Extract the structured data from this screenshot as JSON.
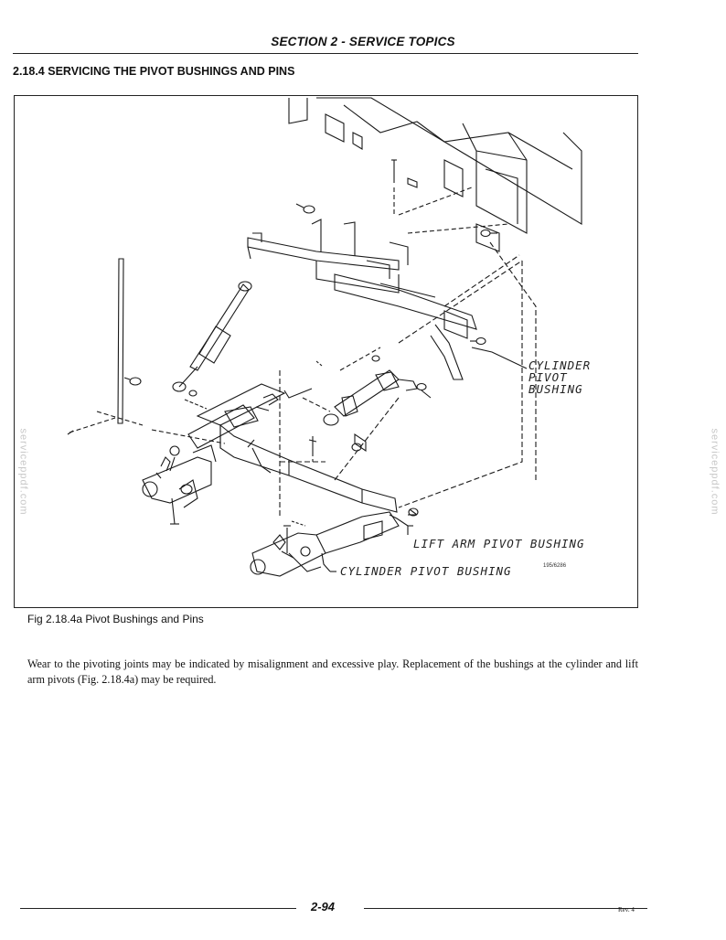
{
  "header": {
    "section_title": "SECTION 2 - SERVICE TOPICS"
  },
  "section": {
    "heading": "2.18.4  SERVICING THE PIVOT BUSHINGS AND PINS"
  },
  "figure": {
    "callouts": {
      "cylinder_pivot_upper_1": "CYLINDER",
      "cylinder_pivot_upper_2": "PIVOT",
      "cylinder_pivot_upper_3": "BUSHING",
      "lift_arm": "LIFT ARM PIVOT BUSHING",
      "cylinder_pivot_lower": "CYLINDER PIVOT BUSHING",
      "drawing_id": "195/6286"
    },
    "caption": "Fig 2.18.4a Pivot Bushings and Pins"
  },
  "body": {
    "paragraph": "Wear to the pivoting joints may be indicated by misalignment and excessive play. Replacement of the bushings at the cylinder and lift arm pivots (Fig. 2.18.4a) may be required."
  },
  "footer": {
    "page_number": "2-94",
    "revision": "Rev. 4"
  },
  "watermark": {
    "text": "serviceppdf.com"
  }
}
